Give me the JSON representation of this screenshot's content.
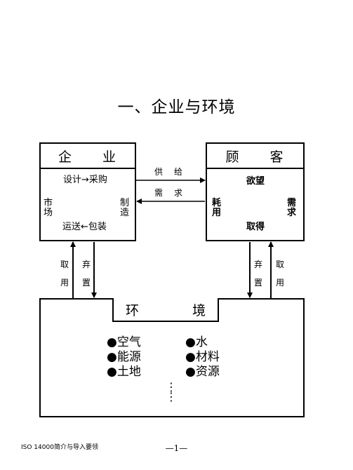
{
  "title": "一、企业与环境",
  "enterprise": {
    "header": "企　　业",
    "cycle": {
      "top": "设计→采购",
      "right_line1": "制",
      "right_line2": "造",
      "bottom": "运送←包装",
      "left_line1": "市",
      "left_line2": "场"
    }
  },
  "customer": {
    "header": "顾　　客",
    "cycle": {
      "top": "欲望",
      "right_line1": "需",
      "right_line2": "求",
      "bottom": "取得",
      "left_line1": "耗",
      "left_line2": "用"
    }
  },
  "links": {
    "supply_1": "供",
    "supply_2": "给",
    "demand_1": "需",
    "demand_2": "求"
  },
  "env_links": {
    "left_take_1": "取",
    "left_take_2": "用",
    "left_discard_1": "弃",
    "left_discard_2": "置",
    "right_discard_1": "弃",
    "right_discard_2": "置",
    "right_take_1": "取",
    "right_take_2": "用"
  },
  "environment": {
    "header": "环　　　　境",
    "items_left": [
      "●空气",
      "●能源",
      "●土地"
    ],
    "items_right": [
      "●水",
      "●材料",
      "●资源"
    ],
    "ellipsis": "⋮⋮"
  },
  "footer": {
    "left": "ISO 14000简介与导入要领",
    "page": "—1—"
  }
}
